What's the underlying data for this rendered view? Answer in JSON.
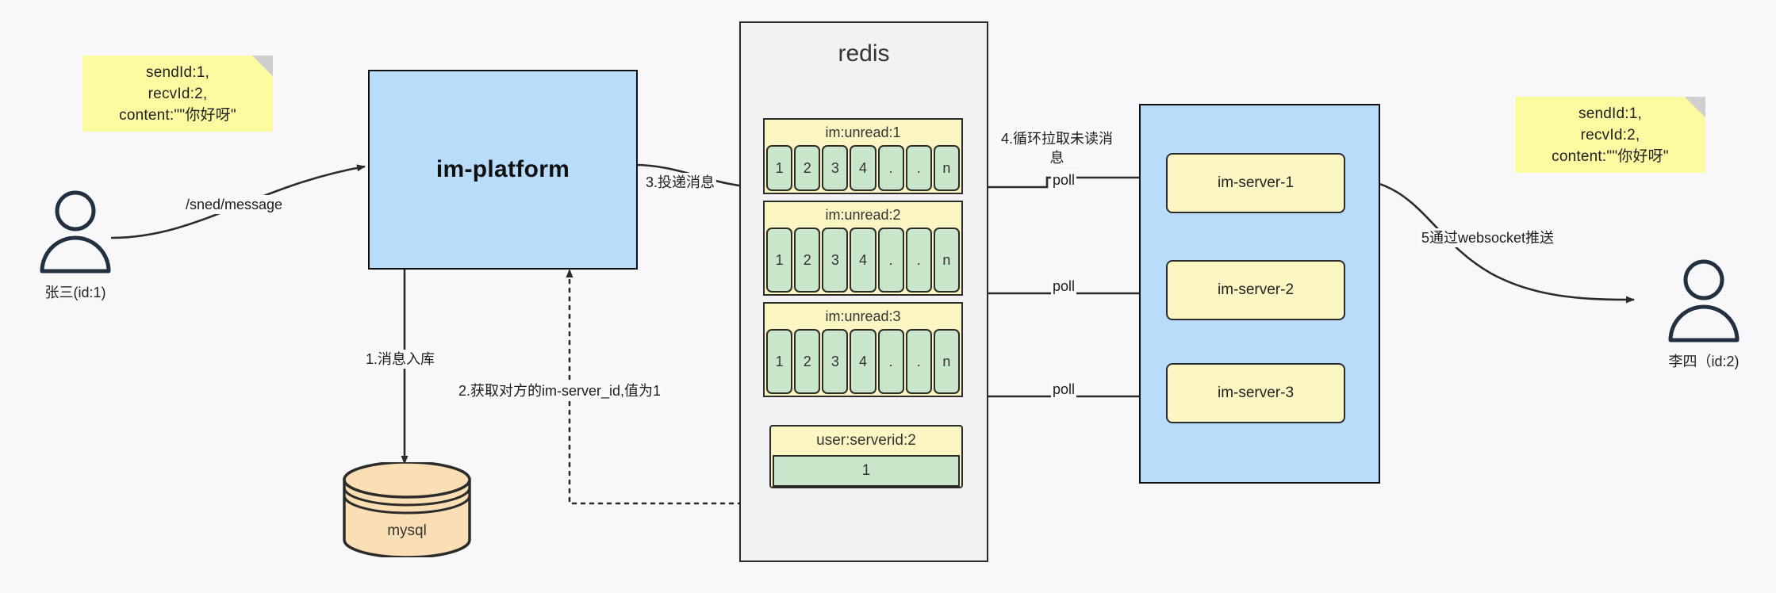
{
  "diagram": {
    "title": "IM message delivery architecture",
    "colors": {
      "note_bg": "#fcfaa0",
      "platform_bg": "#b8dcfa",
      "redis_bg": "#f2f2f4",
      "list_header_bg": "#fcf6c3",
      "cell_bg": "#c9e6cb",
      "mysql_bg": "#fbdfb4",
      "stroke": "#2b2b2b",
      "actor": "#22303f"
    }
  },
  "notes": [
    {
      "id": "note-left",
      "lines": "sendId:1,\nrecvId:2,\ncontent:\"\"你好呀\""
    },
    {
      "id": "note-right",
      "lines": "sendId:1,\nrecvId:2,\ncontent:\"\"你好呀\""
    }
  ],
  "actors": [
    {
      "id": "sender",
      "label": "张三(id:1)"
    },
    {
      "id": "receiver",
      "label": "李四（id:2)"
    }
  ],
  "platform": {
    "label": "im-platform"
  },
  "mysql": {
    "label": "mysql"
  },
  "redis": {
    "title": "redis",
    "lists": [
      {
        "key": "im:unread:1",
        "cells": [
          "1",
          "2",
          "3",
          "4",
          ".",
          ".",
          "n"
        ]
      },
      {
        "key": "im:unread:2",
        "cells": [
          "1",
          "2",
          "3",
          "4",
          ".",
          ".",
          "n"
        ]
      },
      {
        "key": "im:unread:3",
        "cells": [
          "1",
          "2",
          "3",
          "4",
          ".",
          ".",
          "n"
        ]
      }
    ],
    "kv": {
      "key": "user:serverid:2",
      "value": "1"
    }
  },
  "servers": [
    {
      "label": "im-server-1"
    },
    {
      "label": "im-server-2"
    },
    {
      "label": "im-server-3"
    }
  ],
  "edge_labels": {
    "send_message": "/sned/message",
    "step1": "1.消息入库",
    "step2": "2.获取对方的im-server_id,值为1",
    "step3": "3.投递消息",
    "step4": "4.循环拉取未读消\n息",
    "poll1": "poll",
    "poll2": "poll",
    "poll3": "poll",
    "step5": "5通过websocket推送"
  }
}
